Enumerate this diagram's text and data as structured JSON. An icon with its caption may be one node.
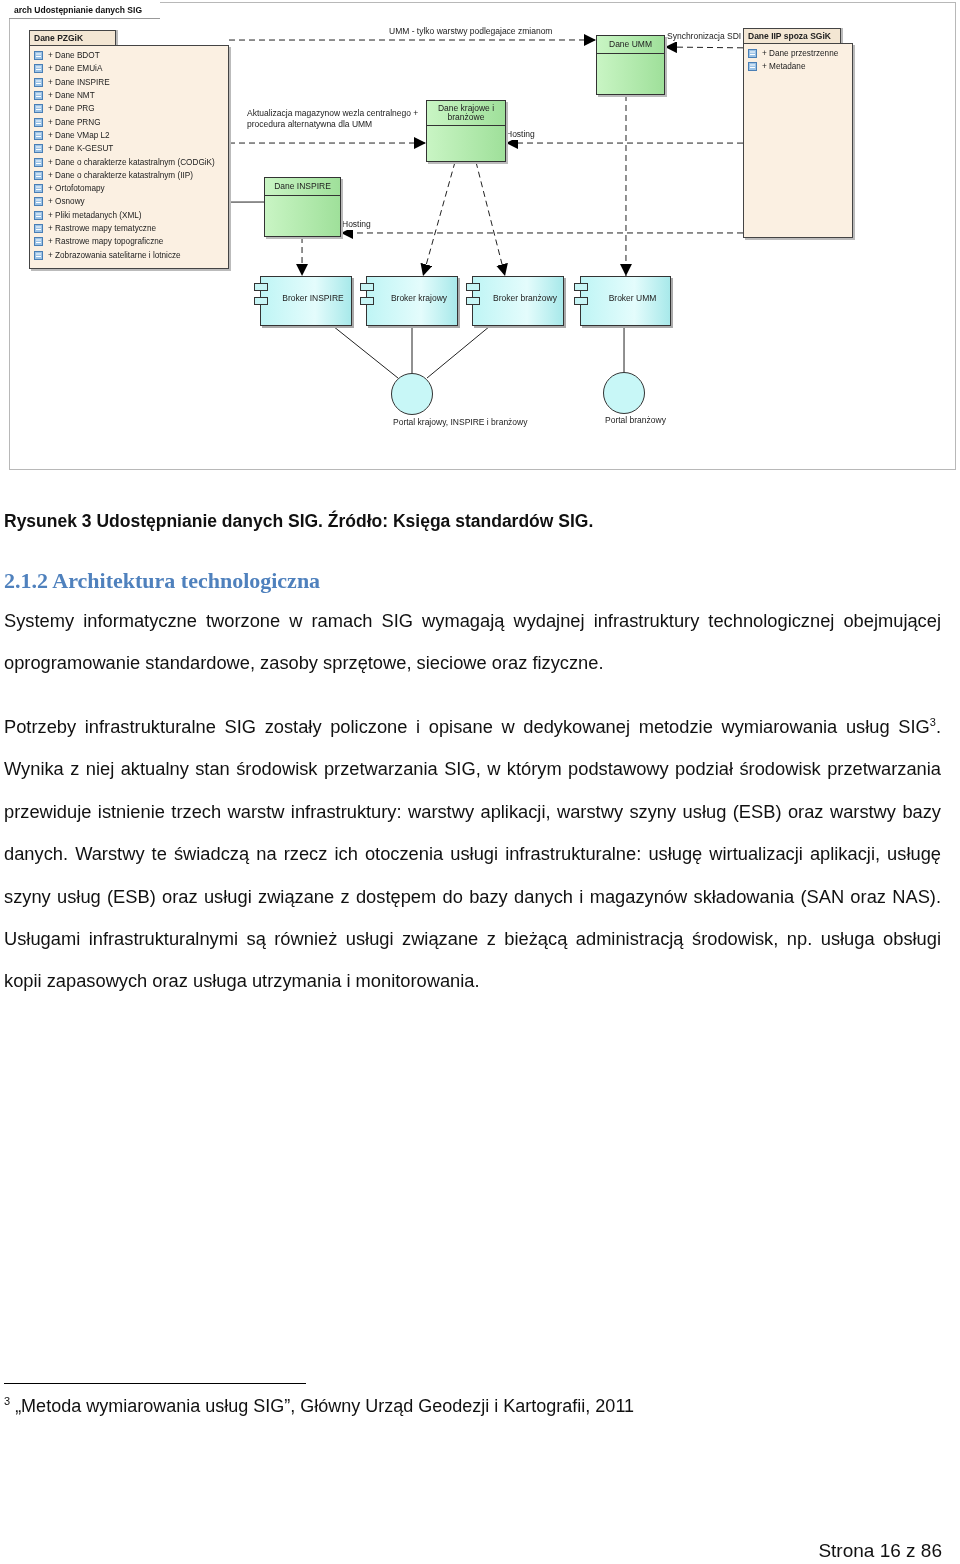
{
  "diagram": {
    "title": "arch Udostępnianie danych SIG",
    "caption": "Rysunek 3 Udostępnianie danych SIG. Źródło: Księga standardów SIG.",
    "nodes": [
      {
        "text": [
          "Dane PZGiK",
          "+ Dane BDOT",
          "+ Dane EMUiA",
          "+ Dane INSPIRE",
          "+ Dane NMT",
          "+ Dane PRG",
          "+ Dane PRNG",
          "+ Dane VMap L2",
          "+ Dane K-GESUT",
          "+ Dane o charakterze katastralnym (CODGiK)",
          "+ Dane o charakterze katastralnym (IIP)",
          "+ Ortofotomapy",
          "+ Osnowy",
          "+ Pliki metadanych (XML)",
          "+ Rastrowe mapy tematyczne",
          "+ Rastrowe mapy topograficzne",
          "+ Zobrazowania satelitarne i lotnicze"
        ]
      },
      {
        "text": [
          "Dane INSPIRE"
        ]
      },
      {
        "text": [
          "Dane krajowe i branżowe"
        ]
      },
      {
        "text": [
          "Dane UMM"
        ]
      },
      {
        "text": [
          "Dane IIP spoza SGiK",
          "+ Dane przestrzenne",
          "+ Metadane"
        ]
      },
      {
        "text": [
          "Broker INSPIRE"
        ]
      },
      {
        "text": [
          "Broker krajowy"
        ]
      },
      {
        "text": [
          "Broker branżowy"
        ]
      },
      {
        "text": [
          "Broker UMM"
        ]
      },
      {
        "text": [],
        "shape": "circle",
        "beside": [
          "Portal krajowy, INSPIRE i branżowy"
        ]
      },
      {
        "text": [],
        "shape": "circle",
        "beside": [
          "Portal branżowy"
        ]
      }
    ],
    "edges": [
      {
        "from": 0,
        "to": 3,
        "arrow": "to",
        "style": "dashed",
        "label": "UMM - tylko warstwy podlegajace zmianom"
      },
      {
        "from": 0,
        "to": 2,
        "arrow": "to",
        "style": "dashed",
        "label": "Aktualizacja magazynow wezla centralnego + procedura alternatywna dla UMM"
      },
      {
        "from": 0,
        "to": 1,
        "arrow": "other"
      },
      {
        "from": 4,
        "to": 3,
        "arrow": "to",
        "style": "dashed",
        "label": "Synchronizacja SDI"
      },
      {
        "from": 4,
        "to": 2,
        "arrow": "to",
        "style": "dashed",
        "label": "Hosting"
      },
      {
        "from": 4,
        "to": 1,
        "arrow": "to",
        "style": "dashed",
        "label": "Hosting"
      },
      {
        "from": 1,
        "to": 5,
        "arrow": "to",
        "style": "dashed"
      },
      {
        "from": 2,
        "to": 6,
        "arrow": "to",
        "style": "dashed"
      },
      {
        "from": 2,
        "to": 7,
        "arrow": "to",
        "style": "dashed"
      },
      {
        "from": 3,
        "to": 8,
        "arrow": "to",
        "style": "dashed"
      },
      {
        "from": 5,
        "to": 9,
        "arrow": "none"
      },
      {
        "from": 6,
        "to": 9,
        "arrow": "none"
      },
      {
        "from": 7,
        "to": 9,
        "arrow": "none"
      },
      {
        "from": 8,
        "to": 10,
        "arrow": "none"
      }
    ],
    "labels": [
      "2.1.2 Architektura technologiczna",
      "Systemy informatyczne tworzone w ramach SIG wymagają wydajnej infrastruktury technologicznej obejmującej oprogramowanie standardowe, zasoby sprzętowe, sieciowe oraz fizyczne.",
      "Potrzeby infrastrukturalne SIG zostały policzone i opisane w dedykowanej metodzie wymiarowania usług SIG$^{3}$. Wynika z niej aktualny stan środowisk przetwarzania SIG, w którym podstawowy podział środowisk przetwarzania przewiduje istnienie trzech warstw infrastruktury: warstwy aplikacji, warstwy szyny usług (ESB) oraz warstwy bazy danych. Warstwy te świadczą na rzecz ich otoczenia usługi infrastrukturalne: usługę wirtualizacji aplikacji, usługę szyny usług (ESB) oraz usługi związane z dostępem do bazy danych i magazynów składowania (SAN oraz NAS). Usługami infrastrukturalnymi są również usługi związane z bieżącą administracją środowisk, np. usługa obsługi kopii zapasowych oraz usługa utrzymania i monitorowania.",
      "$^{3}$ „Metoda wymiarowania usług SIG”, Główny Urząd Geodezji i Kartografii, 2011",
      "Strona 16 z 86"
    ]
  }
}
